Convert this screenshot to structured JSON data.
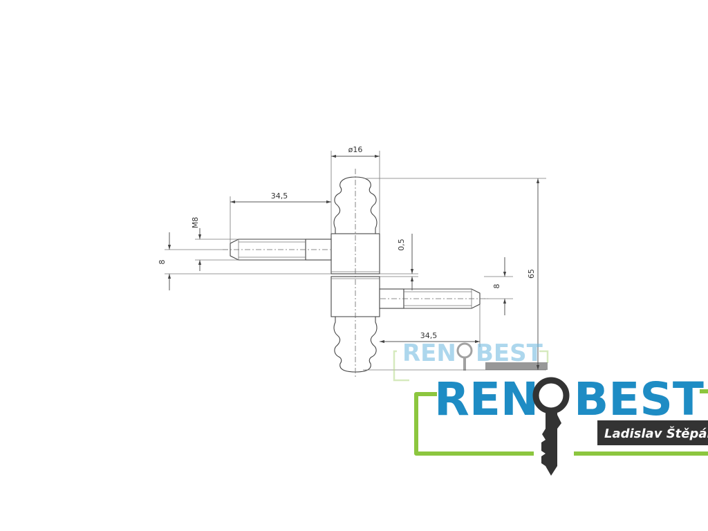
{
  "dimensions": {
    "diameter": "ø16",
    "length_upper": "34,5",
    "length_lower": "34,5",
    "thread": "M8",
    "pin_left": "8",
    "pin_right": "8",
    "gap": "0,5",
    "height": "65"
  },
  "watermark": {
    "brand_left": "REN",
    "brand_right": "BEST",
    "owner": "Ladislav Štěpán",
    "colors": {
      "text": "#1e8cc4",
      "frame": "#8cc63f",
      "plate": "#333333",
      "key": "#333333"
    }
  }
}
